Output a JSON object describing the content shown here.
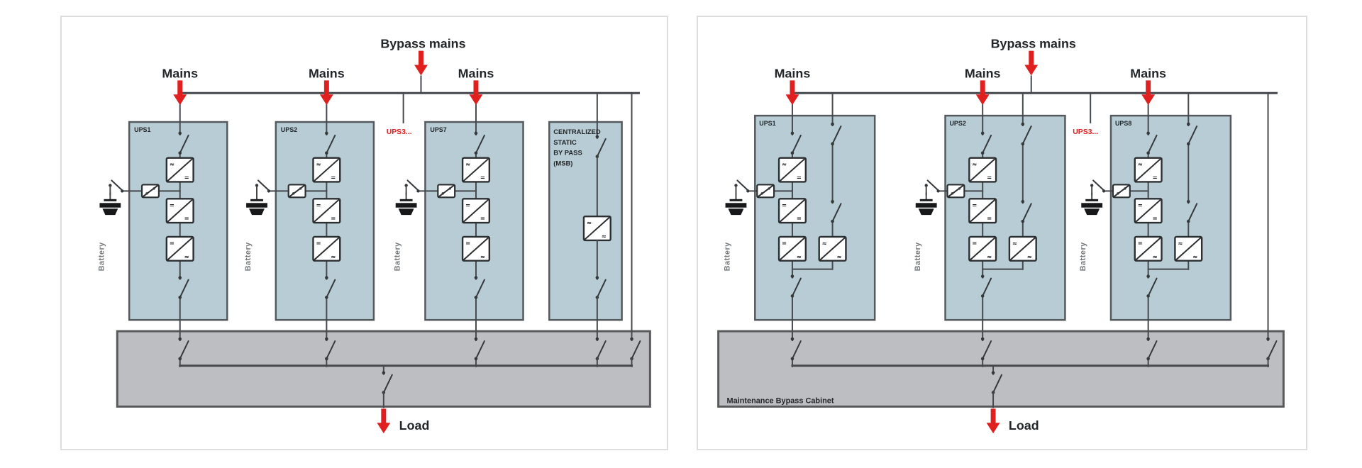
{
  "colors": {
    "accent_red": "#e0201e",
    "ups_box_fill": "#b7ccd4",
    "cabinet_fill": "#bdbec1",
    "wire": "#45494d",
    "panel_border": "#dcdddd"
  },
  "icons": {
    "ac_glyph": "≈",
    "dc_glyph": "="
  },
  "left_panel": {
    "bypass_mains_label": "Bypass mains",
    "more_ups_label": "UPS3...",
    "load_label": "Load",
    "units": [
      {
        "label": "UPS1",
        "mains_label": "Mains",
        "battery_label": "Battery"
      },
      {
        "label": "UPS2",
        "mains_label": "Mains",
        "battery_label": "Battery"
      },
      {
        "label": "UPS7",
        "mains_label": "Mains",
        "battery_label": "Battery"
      }
    ],
    "msb_box": {
      "line1": "CENTRALIZED",
      "line2": "STATIC",
      "line3": "BY PASS",
      "line4": "(MSB)"
    }
  },
  "right_panel": {
    "bypass_mains_label": "Bypass mains",
    "more_ups_label": "UPS3...",
    "load_label": "Load",
    "cabinet_label": "Maintenance Bypass Cabinet",
    "units": [
      {
        "label": "UPS1",
        "mains_label": "Mains",
        "battery_label": "Battery"
      },
      {
        "label": "UPS2",
        "mains_label": "Mains",
        "battery_label": "Battery"
      },
      {
        "label": "UPS8",
        "mains_label": "Mains",
        "battery_label": "Battery"
      }
    ]
  }
}
